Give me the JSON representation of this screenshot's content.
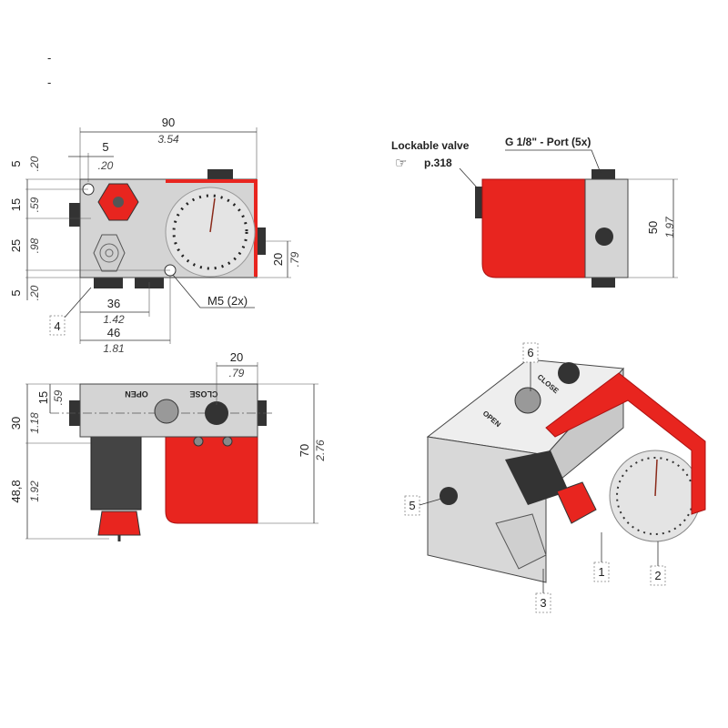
{
  "colors": {
    "red": "#e8251f",
    "grey": "#d4d4d4",
    "dark": "#333333"
  },
  "bullets": [
    "-",
    "-"
  ],
  "front_view": {
    "width_mm": "90",
    "width_in": "3.54",
    "hole_offset_mm": "5",
    "hole_offset_in": ".20",
    "left_dims": [
      {
        "mm": "5",
        "in": ".20"
      },
      {
        "mm": "15",
        "in": ".59"
      },
      {
        "mm": "25",
        "in": ".98"
      },
      {
        "mm": "5",
        "in": ".20"
      }
    ],
    "right_dim": {
      "mm": "20",
      "in": ".79"
    },
    "bottom_dims": [
      {
        "mm": "36",
        "in": "1.42"
      },
      {
        "mm": "46",
        "in": "1.81"
      }
    ],
    "thread_label": "M5 (2x)",
    "callout": "4"
  },
  "bottom_view": {
    "port_dim": {
      "mm": "20",
      "in": ".79"
    },
    "left_dims": [
      {
        "mm": "15",
        "in": ".59"
      },
      {
        "mm": "30",
        "in": "1.18"
      },
      {
        "mm": "48,8",
        "in": "1.92"
      }
    ],
    "height": {
      "mm": "70",
      "in": "2.76"
    },
    "open_label": "OPEN",
    "close_label": "CLOSE"
  },
  "side_view": {
    "lockable_label": "Lockable valve",
    "page_ref": "p.318",
    "port_label": "G 1/8\" - Port (5x)",
    "height": {
      "mm": "50",
      "in": "1.97"
    }
  },
  "iso_view": {
    "callouts": [
      "1",
      "2",
      "3",
      "5",
      "6"
    ],
    "open_label": "OPEN",
    "close_label": "CLOSE"
  }
}
